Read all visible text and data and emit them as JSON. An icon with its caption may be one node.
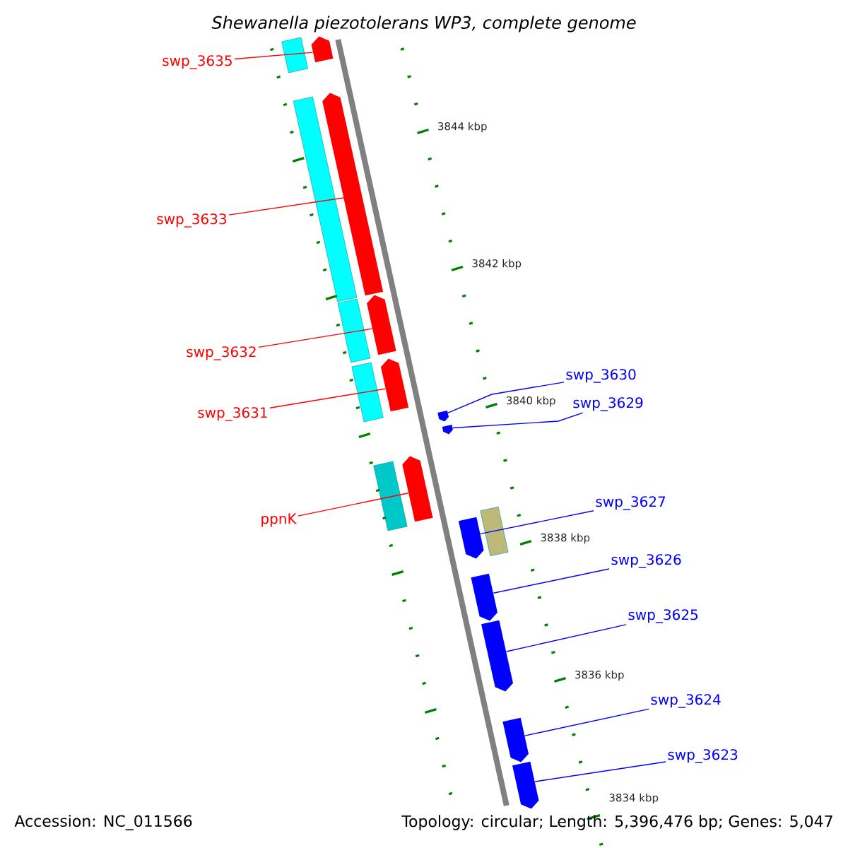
{
  "diagram": {
    "title": "Shewanella piezotolerans WP3, complete genome",
    "nodes": [
      {
        "text": [
          "swp_3635"
        ]
      },
      {
        "text": [],
        "shape": "pentagon"
      },
      {
        "text": [
          "swp_3633"
        ]
      },
      {
        "text": [],
        "shape": "pentagon"
      },
      {
        "text": [
          "swp_3632"
        ]
      },
      {
        "text": [],
        "shape": "pentagon"
      },
      {
        "text": [
          "swp_3631"
        ]
      },
      {
        "text": [],
        "shape": "pentagon"
      },
      {
        "text": [
          "ppnK"
        ]
      },
      {
        "text": [],
        "shape": "pentagon"
      },
      {
        "text": [
          "swp_3630"
        ]
      },
      {
        "text": [],
        "shape": "pentagon"
      },
      {
        "text": [
          "swp_3629"
        ]
      },
      {
        "text": [],
        "shape": "pentagon"
      },
      {
        "text": [
          "swp_3627"
        ]
      },
      {
        "text": [],
        "shape": "pentagon"
      },
      {
        "text": [
          "swp_3626"
        ]
      },
      {
        "text": [],
        "shape": "pentagon"
      },
      {
        "text": [
          "swp_3625"
        ]
      },
      {
        "text": [],
        "shape": "pentagon"
      },
      {
        "text": [
          "swp_3624"
        ]
      },
      {
        "text": [],
        "shape": "pentagon"
      },
      {
        "text": [
          "swp_3623"
        ]
      },
      {
        "text": [],
        "shape": "pentagon"
      }
    ],
    "edges": [
      {
        "from": 0,
        "to": 1,
        "arrow": "none",
        "color": "#ff0000"
      },
      {
        "from": 2,
        "to": 3,
        "arrow": "none",
        "color": "#ff0000"
      },
      {
        "from": 4,
        "to": 5,
        "arrow": "none",
        "color": "#ff0000"
      },
      {
        "from": 6,
        "to": 7,
        "arrow": "none",
        "color": "#ff0000"
      },
      {
        "from": 8,
        "to": 9,
        "arrow": "none",
        "color": "#ff0000"
      },
      {
        "from": 10,
        "to": 11,
        "arrow": "none"
      },
      {
        "from": 12,
        "to": 13,
        "arrow": "none"
      },
      {
        "from": 14,
        "to": 15,
        "arrow": "none"
      },
      {
        "from": 16,
        "to": 17,
        "arrow": "none"
      },
      {
        "from": 18,
        "to": 19,
        "arrow": "none"
      },
      {
        "from": 20,
        "to": 21,
        "arrow": "none"
      },
      {
        "from": 22,
        "to": 23,
        "arrow": "none"
      }
    ],
    "labels": [
      "3844 kbp",
      "3842 kbp",
      "3840 kbp",
      "3838 kbp",
      "3836 kbp",
      "3834 kbp",
      "Accession: NC_011566",
      "Topology: circular; Length: 5,396,476 bp; Genes: 5,047"
    ]
  }
}
